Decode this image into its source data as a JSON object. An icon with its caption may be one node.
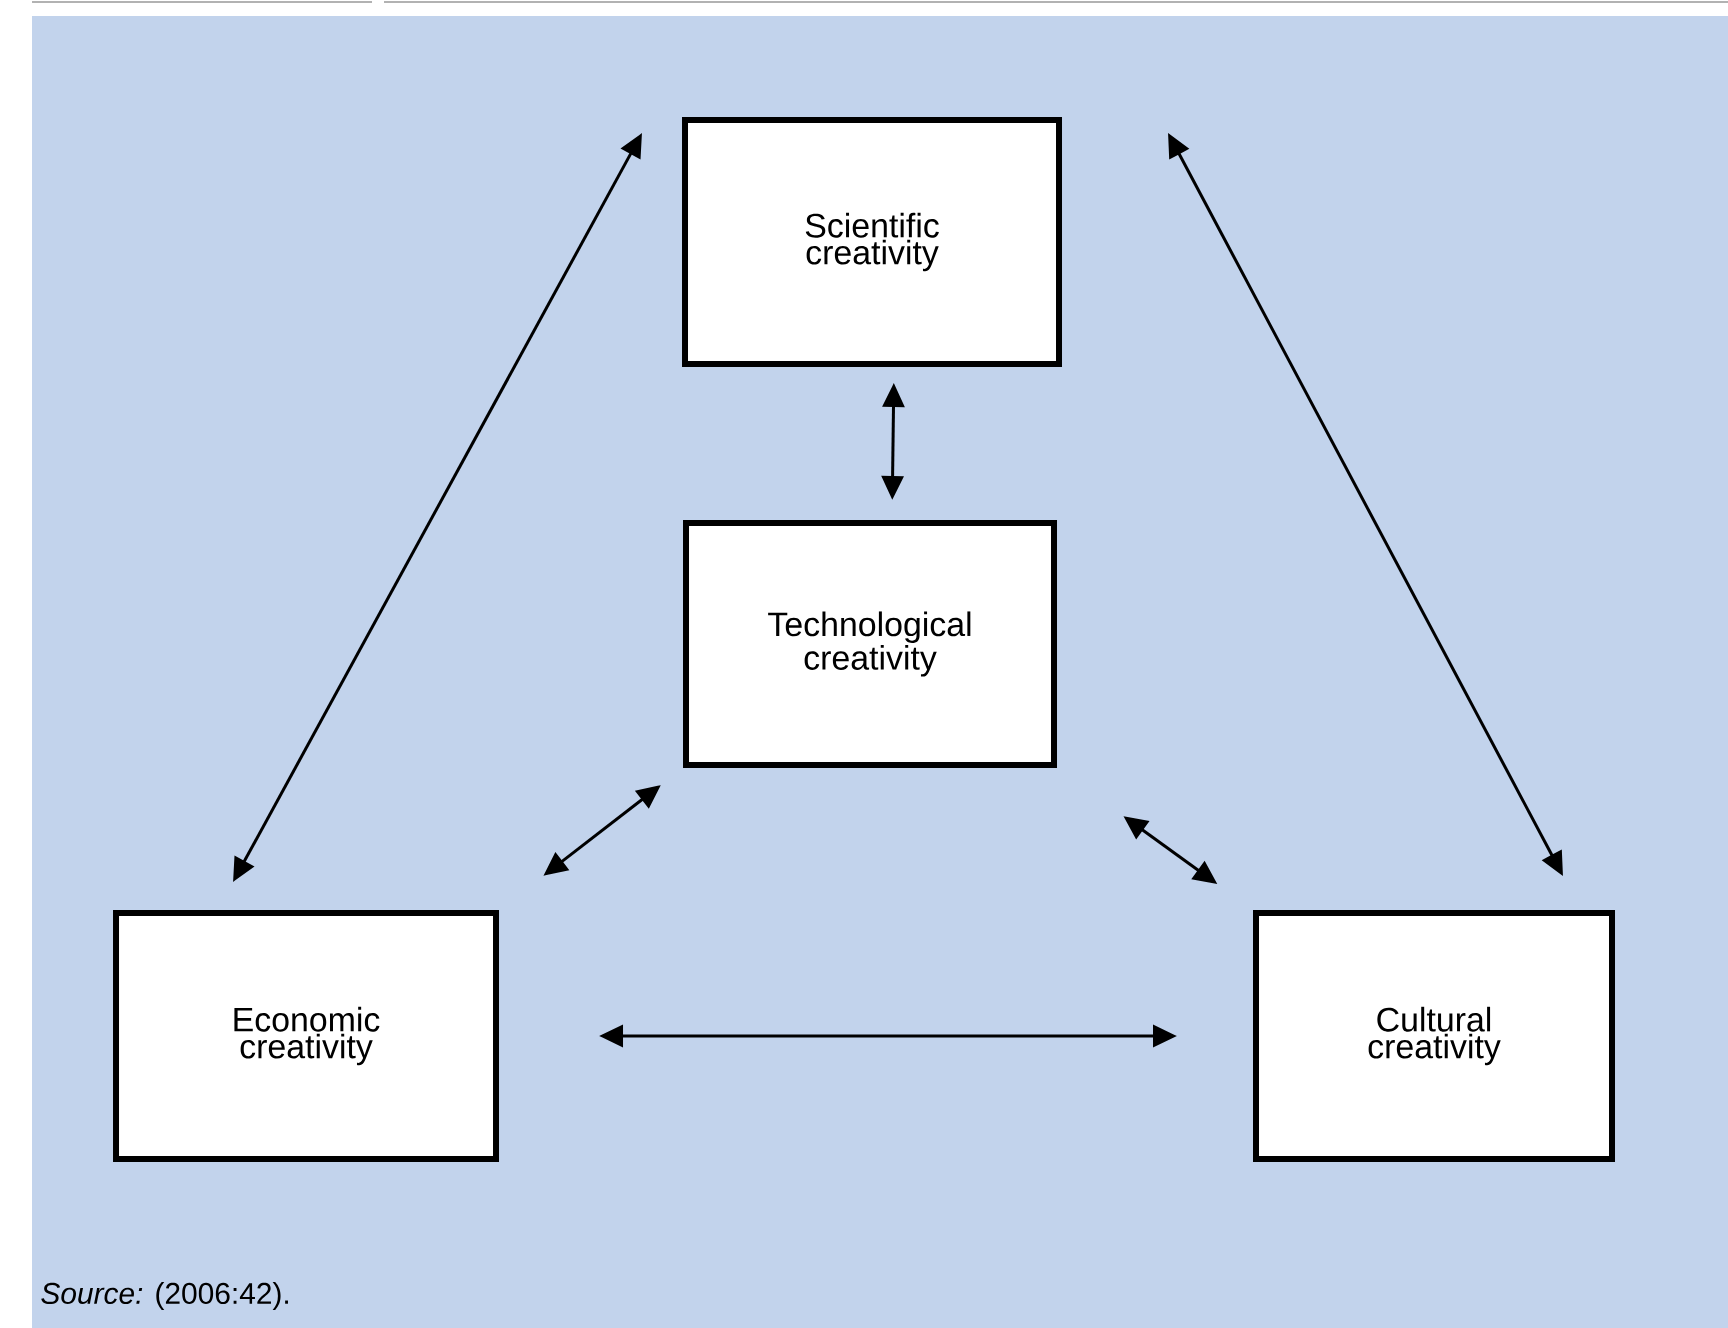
{
  "diagram": {
    "caption": "*Source:* (2006:42).",
    "nodes": [
      {
        "text": [
          "Scientific creativity"
        ]
      },
      {
        "text": [
          "Technological creativity"
        ]
      },
      {
        "text": [
          "Economic creativity"
        ]
      },
      {
        "text": [
          "Cultural creativity"
        ]
      }
    ],
    "edges": [
      {
        "from": 0,
        "to": 2,
        "arrow": "both"
      },
      {
        "from": 0,
        "to": 3,
        "arrow": "both"
      },
      {
        "from": 0,
        "to": 1,
        "arrow": "both"
      },
      {
        "from": 1,
        "to": 2,
        "arrow": "both"
      },
      {
        "from": 1,
        "to": 3,
        "arrow": "both"
      },
      {
        "from": 2,
        "to": 3,
        "arrow": "both"
      }
    ]
  }
}
